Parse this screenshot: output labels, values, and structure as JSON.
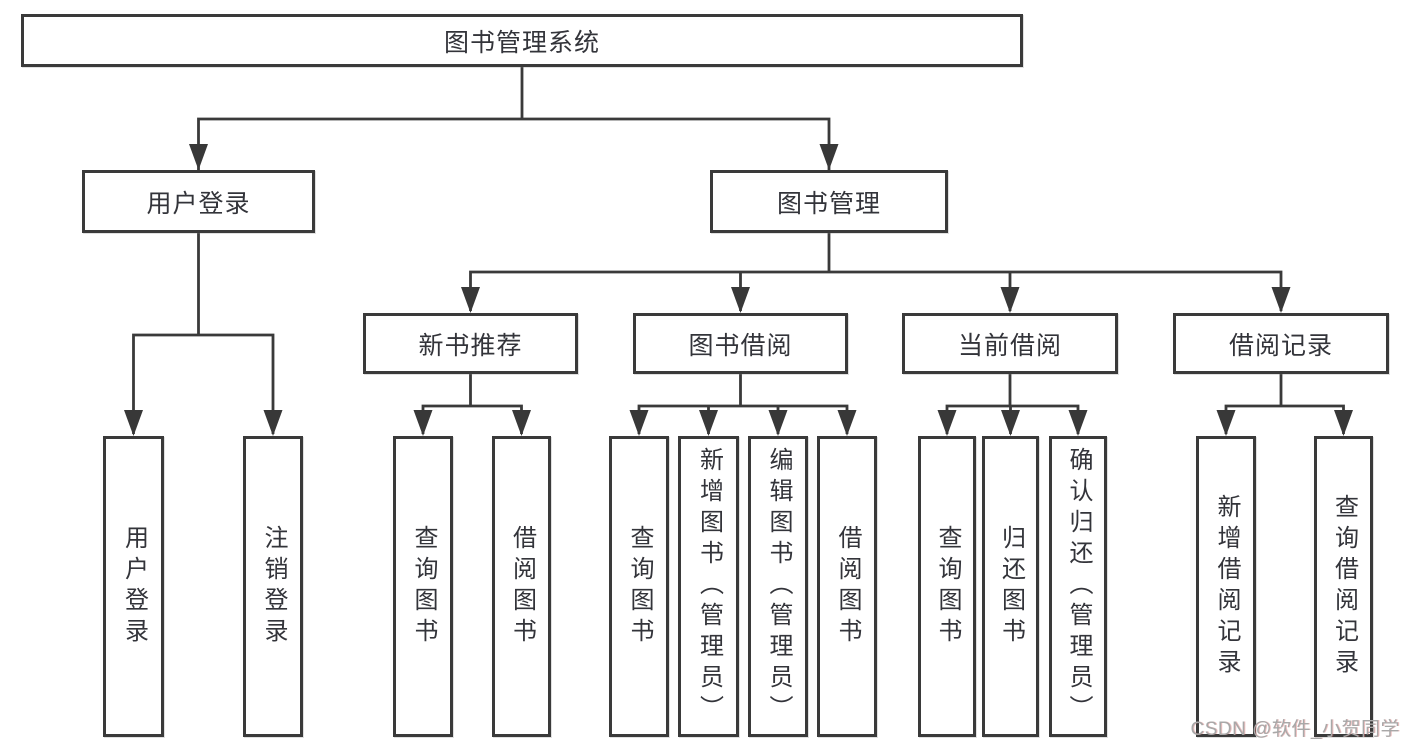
{
  "root": {
    "label": "图书管理系统"
  },
  "branches": [
    {
      "label": "用户登录",
      "children": [
        {
          "label": "用户登录"
        },
        {
          "label": "注销登录"
        }
      ]
    },
    {
      "label": "图书管理",
      "children": [
        {
          "label": "新书推荐",
          "children": [
            {
              "label": "查询图书"
            },
            {
              "label": "借阅图书"
            }
          ]
        },
        {
          "label": "图书借阅",
          "children": [
            {
              "label": "查询图书"
            },
            {
              "label": "新增图书（管理员）"
            },
            {
              "label": "编辑图书（管理员）"
            },
            {
              "label": "借阅图书"
            }
          ]
        },
        {
          "label": "当前借阅",
          "children": [
            {
              "label": "查询图书"
            },
            {
              "label": "归还图书"
            },
            {
              "label": "确认归还（管理员）"
            }
          ]
        },
        {
          "label": "借阅记录",
          "children": [
            {
              "label": "新增借阅记录"
            },
            {
              "label": "查询借阅记录"
            }
          ]
        }
      ]
    }
  ],
  "watermark": {
    "text": "CSDN @软件_小贺同学"
  },
  "colors": {
    "line": "#3a3a3a",
    "text": "#33343a",
    "background": "#ffffff",
    "watermark": "#a8a8a8"
  }
}
